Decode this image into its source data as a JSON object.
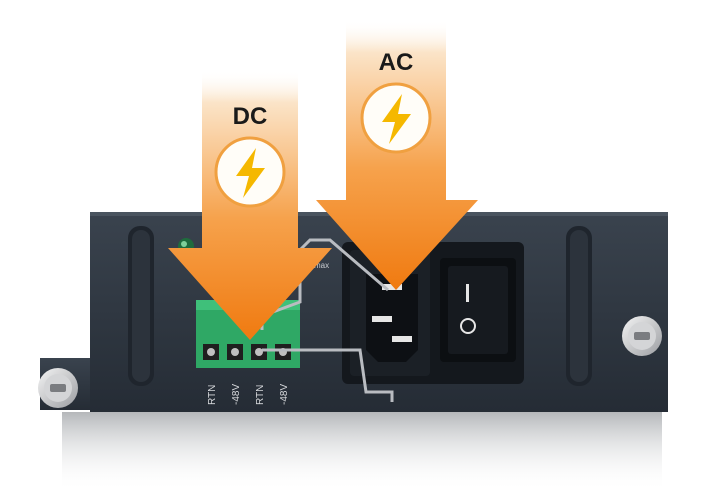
{
  "labels": {
    "dc": "DC",
    "ac": "AC"
  },
  "terminals": [
    "RTN",
    "-48V",
    "RTN",
    "-48V"
  ],
  "small_text": "max",
  "colors": {
    "panel": "#2e3640",
    "arrow_top": "#fbe9d6",
    "arrow_bottom": "#f07a10",
    "bolt": "#f5b800",
    "terminal_block": "#2fa865",
    "background": "#ffffff"
  },
  "icons": {
    "dc_badge": "lightning-bolt-icon",
    "ac_badge": "lightning-bolt-icon",
    "power_switch": "rocker-switch-icon"
  }
}
